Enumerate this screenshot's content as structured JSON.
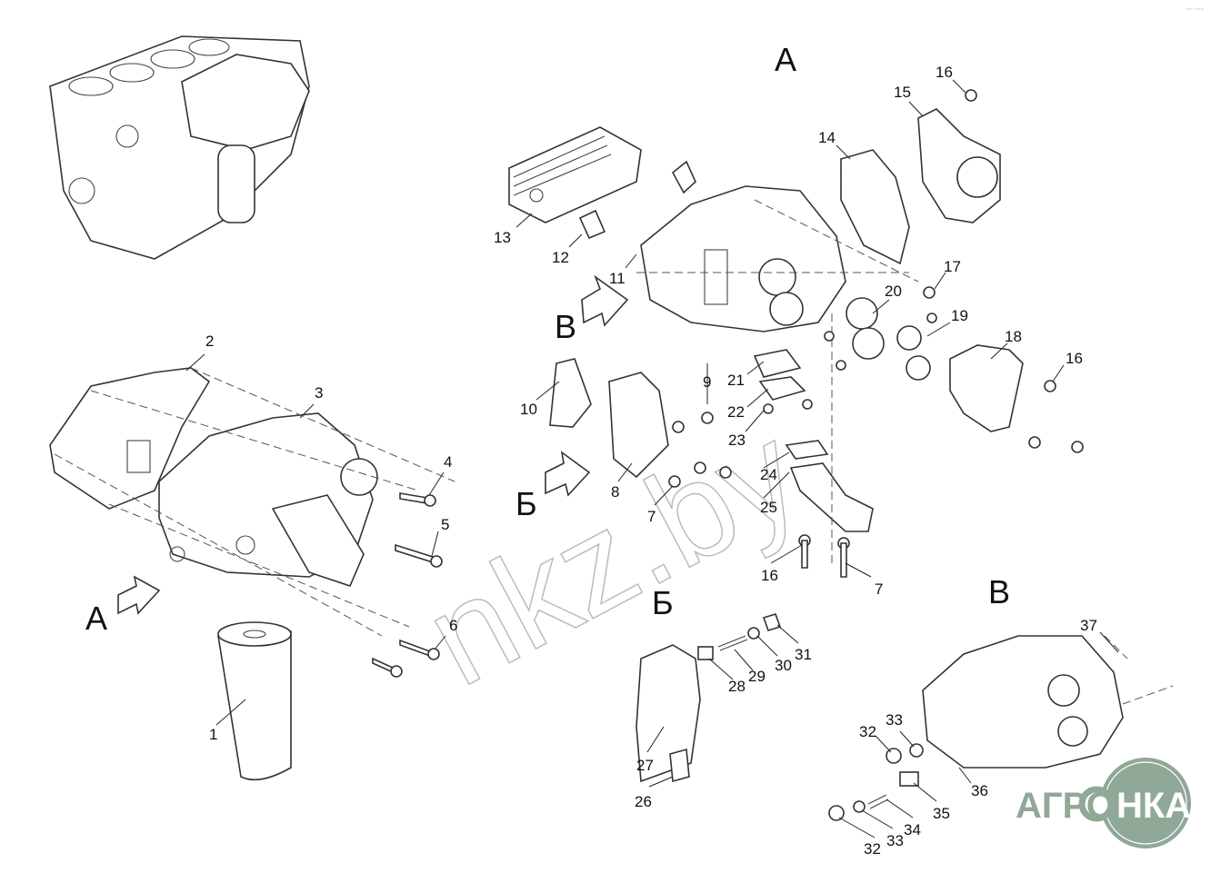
{
  "views": {
    "A_top": "A",
    "A_left": "A",
    "B_arrow": "В",
    "B_view": "В",
    "Bs_arrow": "Б",
    "Bs_view": "Б"
  },
  "callouts": [
    "16",
    "15",
    "14",
    "13",
    "12",
    "11",
    "17",
    "20",
    "19",
    "18",
    "16",
    "9",
    "21",
    "22",
    "23",
    "10",
    "2",
    "3",
    "4",
    "5",
    "24",
    "25",
    "8",
    "7",
    "16",
    "7",
    "6",
    "31",
    "30",
    "29",
    "28",
    "37",
    "1",
    "27",
    "26",
    "32",
    "33",
    "36",
    "35",
    "34",
    "33",
    "32"
  ],
  "watermark": "nkz.by",
  "logo": {
    "text_left": "АГРО",
    "text_right": "НКА",
    "color": "#8fa897"
  },
  "corner_mark": "~~ ~~~"
}
